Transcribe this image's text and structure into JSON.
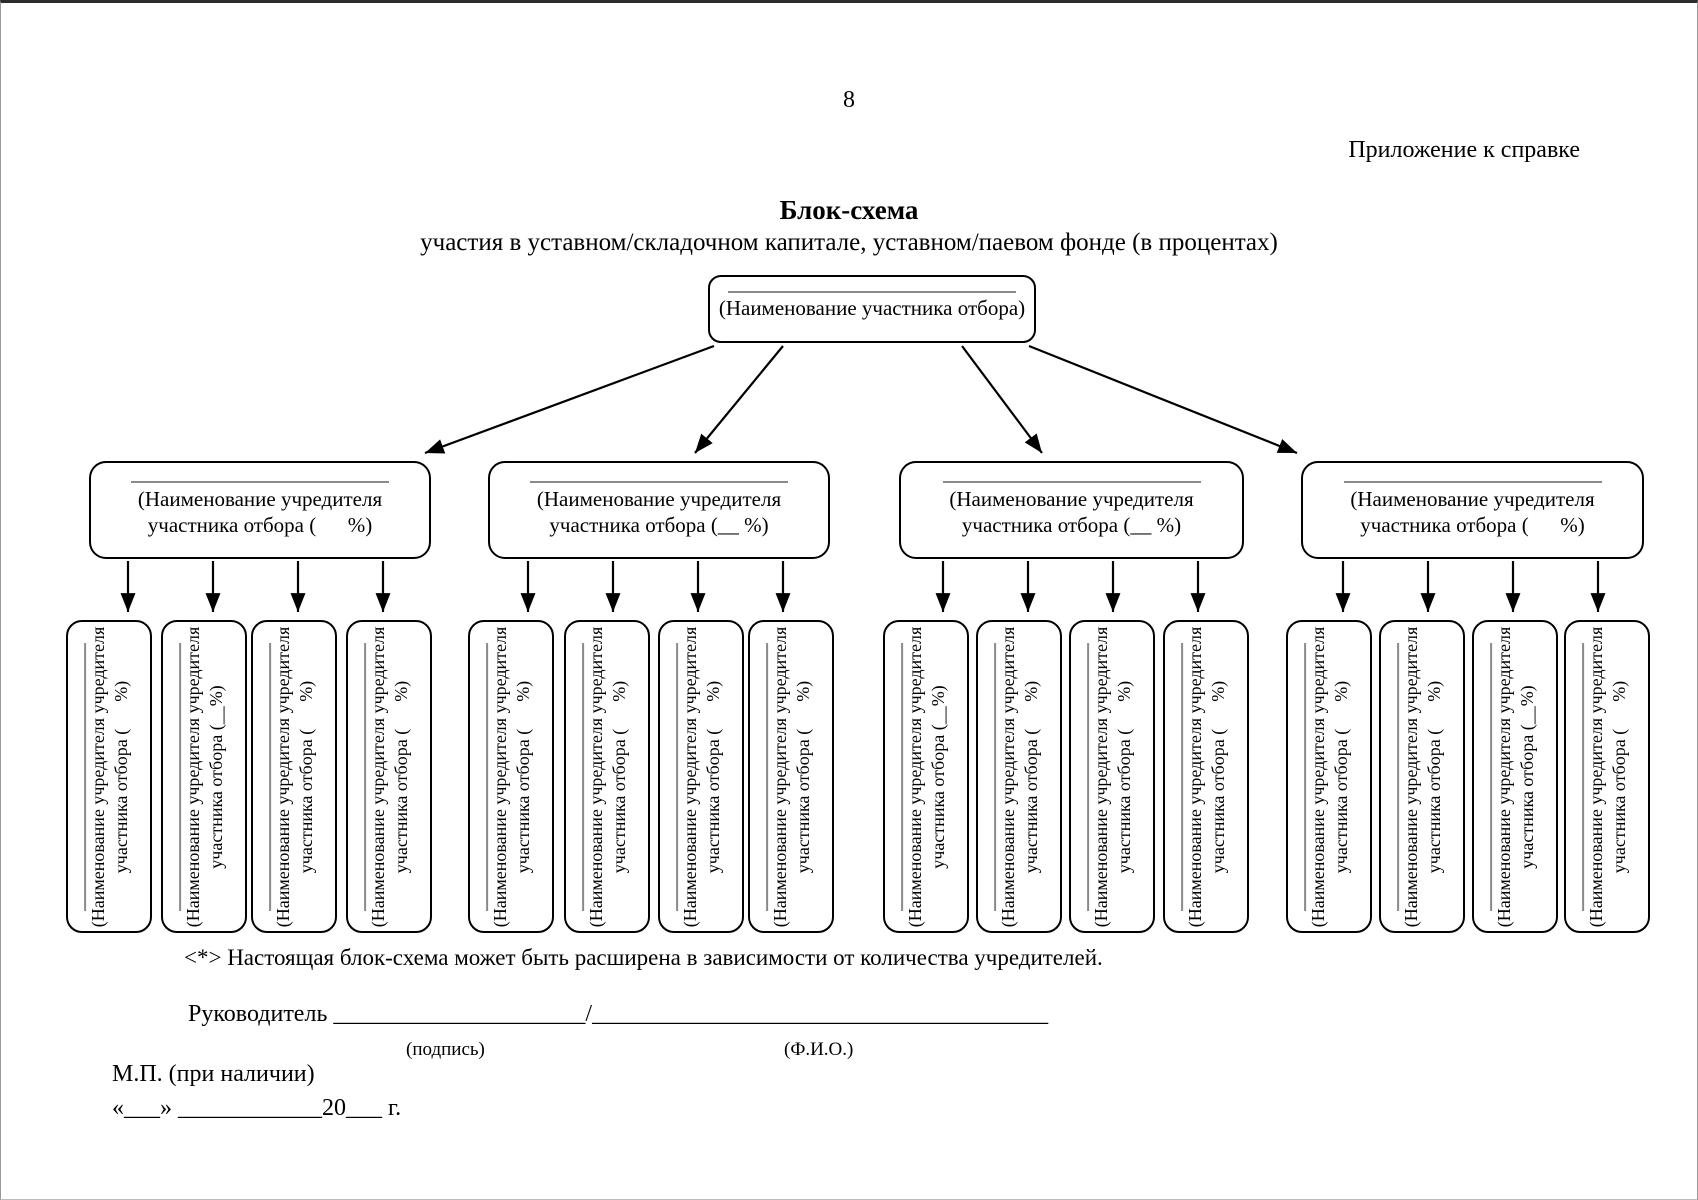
{
  "page": {
    "number": "8",
    "appendix_note": "Приложение к справке",
    "title": "Блок-схема",
    "subtitle": "участия в уставном/складочном капитале, уставном/паевом фонде (в процентах)",
    "footnote": "<*> Настоящая блок-схема может быть расширена в зависимости от количества учредителей."
  },
  "signature": {
    "role": "Руководитель ",
    "blank1": "_____________________",
    "slash": "/",
    "blank2": "______________________________________",
    "caption1": "(подпись)",
    "caption2": "(Ф.И.О.)",
    "stamp": "М.П. (при наличии)",
    "date_line": "«___» ____________20___ г."
  },
  "chart": {
    "root": {
      "label": "(Наименование участника отбора)"
    },
    "groups": [
      {
        "line1": "(Наименование учредителя",
        "line2": "участника отбора (      %)",
        "children": [
          {
            "line1": "(Наименование учредителя учредителя",
            "line2": "участника отбора (      %)"
          },
          {
            "line1": "(Наименование учредителя учредителя",
            "line2": "участника отбора (__%)"
          },
          {
            "line1": "(Наименование учредителя учредителя",
            "line2": "участника отбора (      %)"
          },
          {
            "line1": "(Наименование учредителя учредителя",
            "line2": "участника отбора (      %)"
          }
        ]
      },
      {
        "line1": "(Наименование учредителя",
        "line2": "участника отбора (__ %)",
        "children": [
          {
            "line1": "(Наименование учредителя учредителя",
            "line2": "участника отбора (      %)"
          },
          {
            "line1": "(Наименование учредителя учредителя",
            "line2": "участника отбора (      %)"
          },
          {
            "line1": "(Наименование учредителя учредителя",
            "line2": "участника отбора (      %)"
          },
          {
            "line1": "(Наименование учредителя учредителя",
            "line2": "участника отбора (      %)"
          }
        ]
      },
      {
        "line1": "(Наименование учредителя",
        "line2": "участника отбора (__ %)",
        "children": [
          {
            "line1": "(Наименование учредителя учредителя",
            "line2": "участника отбора (__%)"
          },
          {
            "line1": "(Наименование учредителя учредителя",
            "line2": "участника отбора (      %)"
          },
          {
            "line1": "(Наименование учредителя учредителя",
            "line2": "участника отбора (      %)"
          },
          {
            "line1": "(Наименование учредителя учредителя",
            "line2": "участника отбора (      %)"
          }
        ]
      },
      {
        "line1": "(Наименование учредителя",
        "line2": "участника отбора (      %)",
        "children": [
          {
            "line1": "(Наименование учредителя учредителя",
            "line2": "участника отбора (      %)"
          },
          {
            "line1": "(Наименование учредителя учредителя",
            "line2": "участника отбора (      %)"
          },
          {
            "line1": "(Наименование учредителя учредителя",
            "line2": "участника отбора (__%)"
          },
          {
            "line1": "(Наименование учредителя учредителя",
            "line2": "участника отбора (      %)"
          }
        ]
      }
    ]
  }
}
